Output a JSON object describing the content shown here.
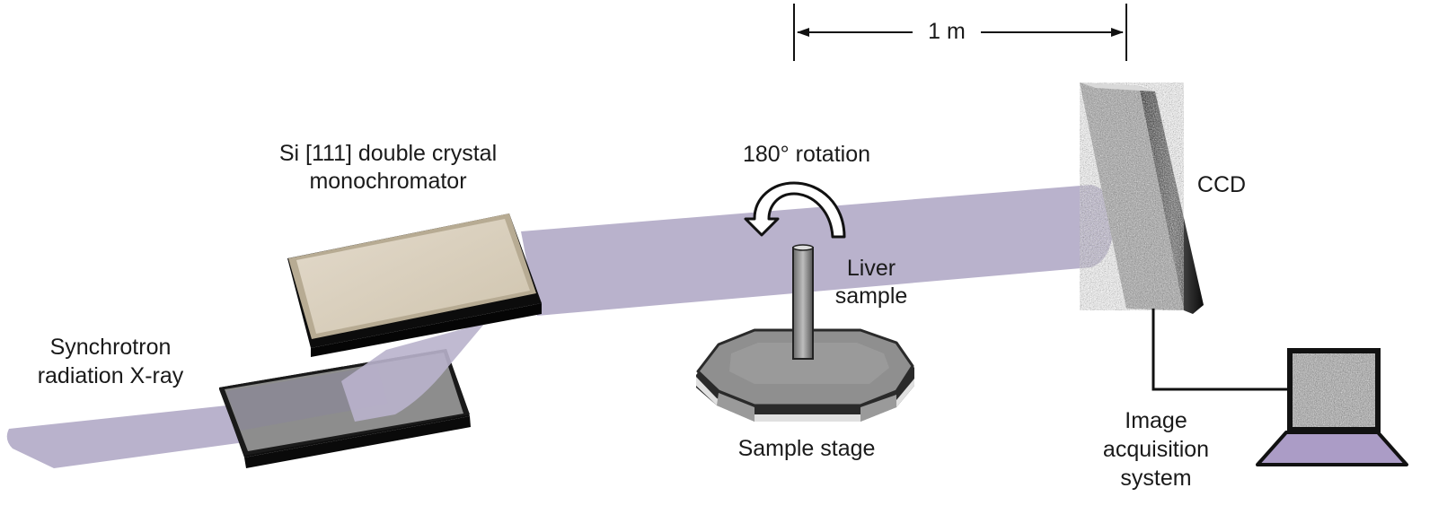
{
  "labels": {
    "distance": "1 m",
    "rotation": "180° rotation",
    "mono_line1": "Si [111] double crystal",
    "mono_line2": "monochromator",
    "ccd": "CCD",
    "liver_line1": "Liver",
    "liver_line2": "sample",
    "source_line1": "Synchrotron",
    "source_line2": "radiation X-ray",
    "stage": "Sample stage",
    "acq_line1": "Image",
    "acq_line2": "acquisition",
    "acq_line3": "system"
  },
  "colors": {
    "beam": "#b9b2cc",
    "crystal_top": "#d9cfbd",
    "crystal_lower_top": "#8a8a8a",
    "stage_top": "#8f8f8f",
    "stage_rim": "#e2e2e2",
    "laptop_base": "#ab9cc6",
    "ink": "#111111"
  }
}
